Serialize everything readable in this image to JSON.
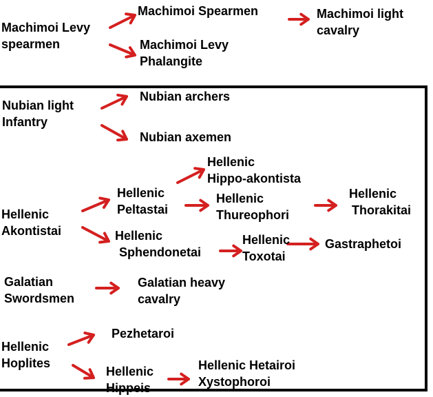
{
  "colors": {
    "arrow": "#d42020",
    "text": "#000000",
    "box": "#000000"
  },
  "nodes": {
    "machimoi_levy_spearmen": [
      "Machimoi Levy",
      "spearmen"
    ],
    "machimoi_spearmen": [
      "Machimoi Spearmen"
    ],
    "machimoi_light_cavalry": [
      "Machimoi light",
      "cavalry"
    ],
    "machimoi_levy_phalangite": [
      "Machimoi Levy",
      "Phalangite"
    ],
    "nubian_light_infantry": [
      "Nubian light",
      "Infantry"
    ],
    "nubian_archers": [
      "Nubian archers"
    ],
    "nubian_axemen": [
      "Nubian axemen"
    ],
    "hellenic_hippo_akontista": [
      "Hellenic",
      "Hippo-akontista"
    ],
    "hellenic_peltastai": [
      "Hellenic",
      "Peltastai"
    ],
    "hellenic_thureophori": [
      "Hellenic",
      "Thureophori"
    ],
    "hellenic_thorakitai": [
      "Hellenic",
      "Thorakitai"
    ],
    "hellenic_akontistai": [
      "Hellenic",
      "Akontistai"
    ],
    "hellenic_sphendonetai": [
      "Hellenic",
      "Sphendonetai"
    ],
    "hellenic_toxotai": [
      "Hellenic",
      "Toxotai"
    ],
    "gastraphetoi": [
      "Gastraphetoi"
    ],
    "galatian_swordsmen": [
      "Galatian",
      "Swordsmen"
    ],
    "galatian_heavy_cavalry": [
      "Galatian heavy",
      "cavalry"
    ],
    "hellenic_hoplites": [
      "Hellenic",
      "Hoplites"
    ],
    "pezhetaroi": [
      "Pezhetaroi"
    ],
    "hellenic_hippeis": [
      "Hellenic",
      "Hippeis"
    ],
    "hellenic_hetairoi_xystophoroi": [
      "Hellenic Hetairoi",
      "Xystophoroi"
    ]
  },
  "edges": [
    [
      "machimoi_levy_spearmen",
      "machimoi_spearmen"
    ],
    [
      "machimoi_spearmen",
      "machimoi_light_cavalry"
    ],
    [
      "machimoi_levy_spearmen",
      "machimoi_levy_phalangite"
    ],
    [
      "nubian_light_infantry",
      "nubian_archers"
    ],
    [
      "nubian_light_infantry",
      "nubian_axemen"
    ],
    [
      "hellenic_peltastai",
      "hellenic_hippo_akontista"
    ],
    [
      "hellenic_akontistai",
      "hellenic_peltastai"
    ],
    [
      "hellenic_peltastai",
      "hellenic_thureophori"
    ],
    [
      "hellenic_thureophori",
      "hellenic_thorakitai"
    ],
    [
      "hellenic_akontistai",
      "hellenic_sphendonetai"
    ],
    [
      "hellenic_sphendonetai",
      "hellenic_toxotai"
    ],
    [
      "hellenic_toxotai",
      "gastraphetoi"
    ],
    [
      "galatian_swordsmen",
      "galatian_heavy_cavalry"
    ],
    [
      "hellenic_hoplites",
      "pezhetaroi"
    ],
    [
      "hellenic_hoplites",
      "hellenic_hippeis"
    ],
    [
      "hellenic_hippeis",
      "hellenic_hetairoi_xystophoroi"
    ]
  ]
}
